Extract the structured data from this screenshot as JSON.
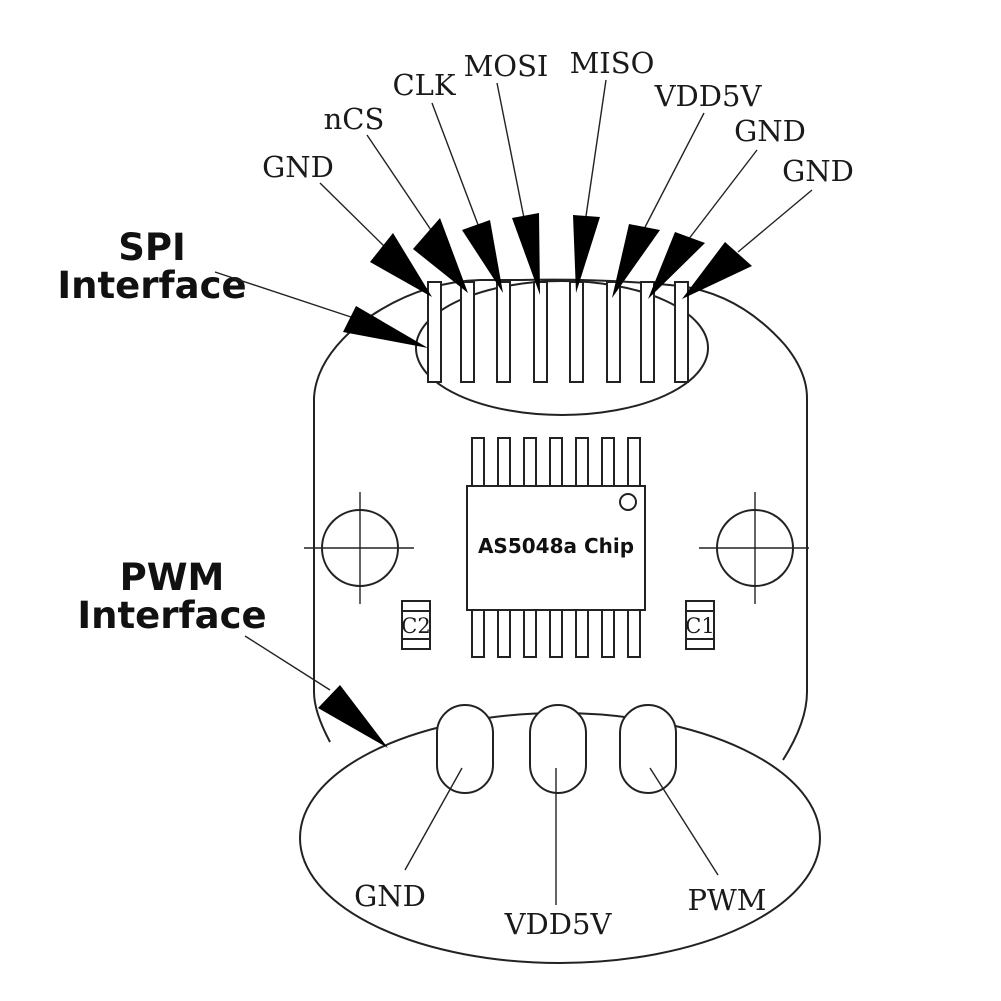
{
  "callouts": {
    "spi_line1": "SPI",
    "spi_line2": "Interface",
    "pwm_line1": "PWM",
    "pwm_line2": "Interface"
  },
  "spi_pins": [
    "GND",
    "nCS",
    "CLK",
    "MOSI",
    "MISO",
    "VDD5V",
    "GND",
    "GND"
  ],
  "pwm_pins": [
    "GND",
    "VDD5V",
    "PWM"
  ],
  "chip": {
    "label": "AS5048a Chip"
  },
  "components": {
    "left_cap": "C2",
    "right_cap": "C1"
  },
  "colors": {
    "line": "#222222",
    "arrow": "#000000",
    "background": "#ffffff"
  }
}
